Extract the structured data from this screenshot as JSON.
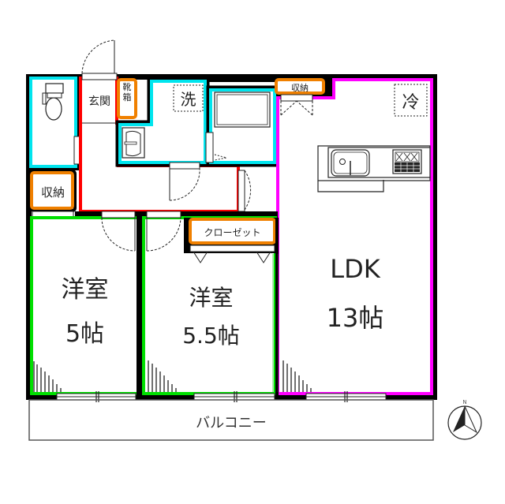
{
  "floorplan": {
    "rooms": {
      "western_room_1": {
        "name": "洋室",
        "size": "5帖",
        "outline_color": "#00e000"
      },
      "western_room_2": {
        "name": "洋室",
        "size": "5.5帖",
        "outline_color": "#00e000"
      },
      "ldk": {
        "name": "LDK",
        "size": "13帖",
        "outline_color": "#ff00ff"
      },
      "entrance": {
        "name": "玄関",
        "outline_color": "#ff0000"
      },
      "toilet": {
        "outline_color": "#00e5ee"
      },
      "washroom": {
        "outline_color": "#00e5ee"
      },
      "bathroom": {
        "outline_color": "#00e5ee"
      }
    },
    "storage": {
      "shoe_box": "靴箱",
      "storage_left": "収納",
      "storage_ldk": "収納",
      "closet": "クローゼット",
      "storage_color": "#f08000"
    },
    "fixtures": {
      "washer_space": "洗",
      "fridge_space": "冷"
    },
    "balcony": {
      "label": "バルコニー"
    },
    "compass": {
      "north_label": "N"
    }
  }
}
